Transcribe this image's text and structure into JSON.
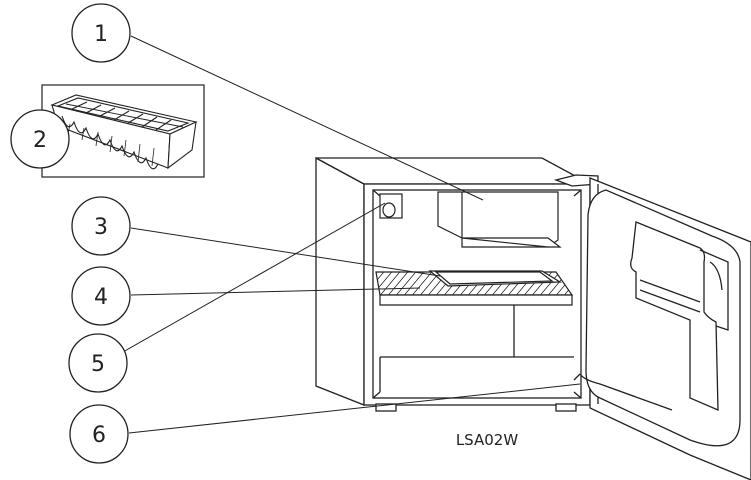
{
  "callouts": [
    {
      "number": "1",
      "part": "freezer-compartment"
    },
    {
      "number": "2",
      "part": "ice-cube-tray"
    },
    {
      "number": "3",
      "part": "drip-tray"
    },
    {
      "number": "4",
      "part": "wire-shelf"
    },
    {
      "number": "5",
      "part": "thermostat-control"
    },
    {
      "number": "6",
      "part": "door-seal"
    }
  ],
  "model_label": "LSA02W",
  "colors": {
    "line": "#222222",
    "background": "#ffffff"
  }
}
